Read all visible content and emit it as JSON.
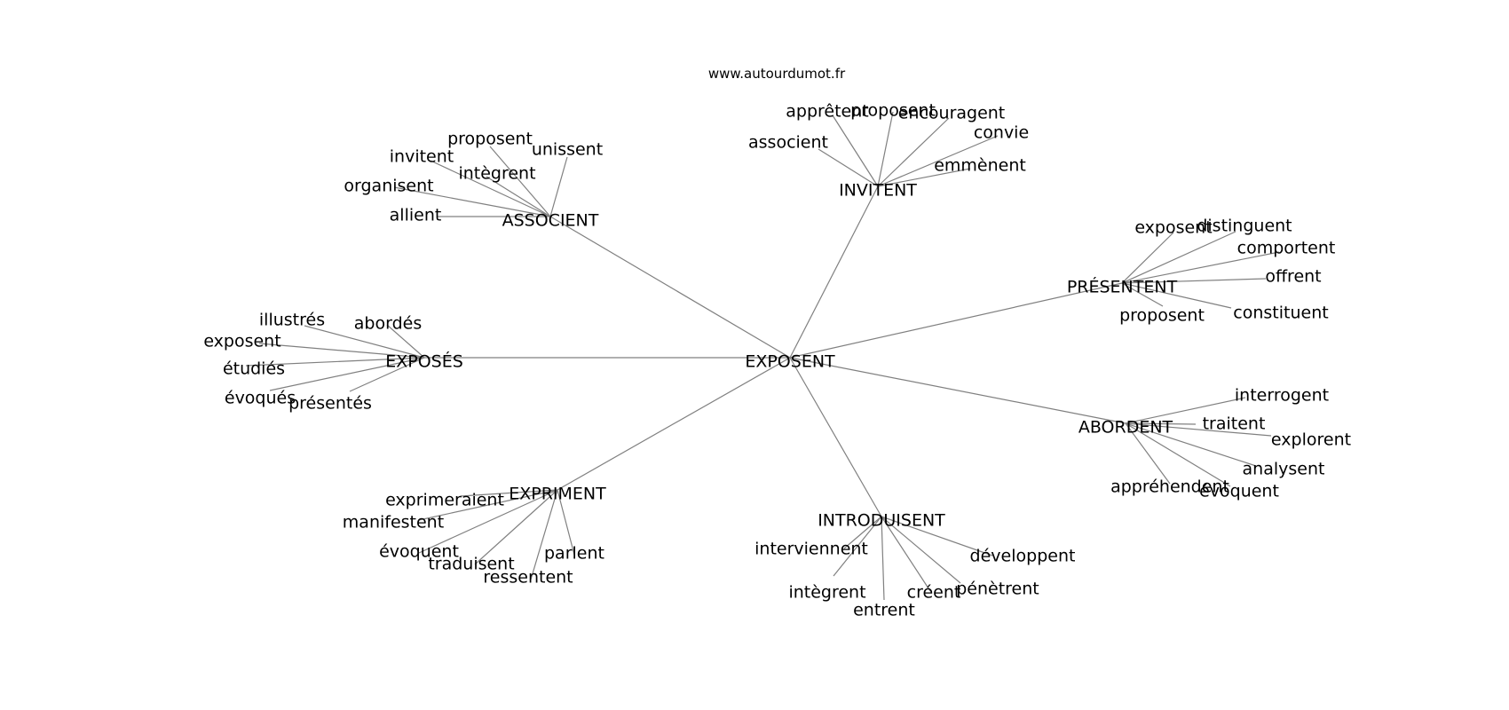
{
  "website": "www.autourdumot.fr",
  "edge_color": "#808080",
  "text_color": "#000000",
  "graph": {
    "center": "EXPOSENT",
    "clusters": [
      {
        "label": "ASSOCIENT",
        "leaves": [
          "proposent",
          "unissent",
          "invitent",
          "intègrent",
          "organisent",
          "allient"
        ]
      },
      {
        "label": "INVITENT",
        "leaves": [
          "apprêtent",
          "proposent",
          "encouragent",
          "convie",
          "associent",
          "emmènent"
        ]
      },
      {
        "label": "PRÉSENTENT",
        "leaves": [
          "exposent",
          "distinguent",
          "comportent",
          "offrent",
          "proposent",
          "constituent"
        ]
      },
      {
        "label": "EXPOSÉS",
        "leaves": [
          "illustrés",
          "abordés",
          "exposent",
          "étudiés",
          "évoqués",
          "présentés"
        ]
      },
      {
        "label": "ABORDENT",
        "leaves": [
          "interrogent",
          "traitent",
          "explorent",
          "analysent",
          "appréhendent",
          "évoquent"
        ]
      },
      {
        "label": "EXPRIMENT",
        "leaves": [
          "exprimeraient",
          "manifestent",
          "évoquent",
          "traduisent",
          "parlent",
          "ressentent"
        ]
      },
      {
        "label": "INTRODUISENT",
        "leaves": [
          "interviennent",
          "développent",
          "intègrent",
          "créent",
          "pénètrent",
          "entrent"
        ]
      }
    ]
  }
}
